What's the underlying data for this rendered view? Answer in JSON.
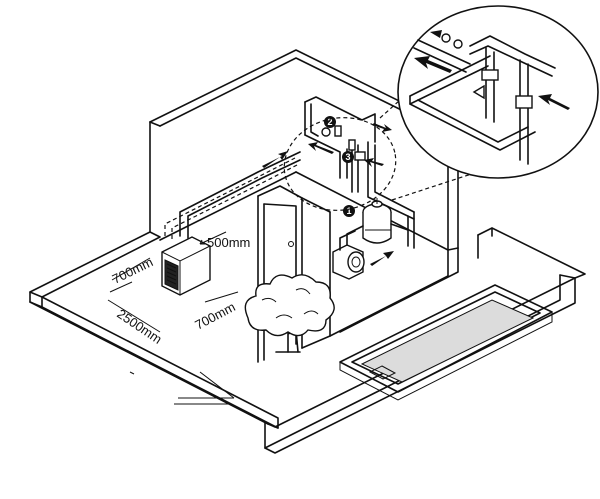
{
  "dimensions": {
    "unit_front_clearance": "500mm",
    "unit_left_clearance": "700mm",
    "unit_side_clearance": "700mm",
    "wall_distance": "2500mm"
  },
  "callouts": {
    "one": "1",
    "two": "2",
    "three": "3"
  },
  "colors": {
    "line": "#111111",
    "pool_water": "#dcdcdc",
    "background": "#ffffff"
  }
}
